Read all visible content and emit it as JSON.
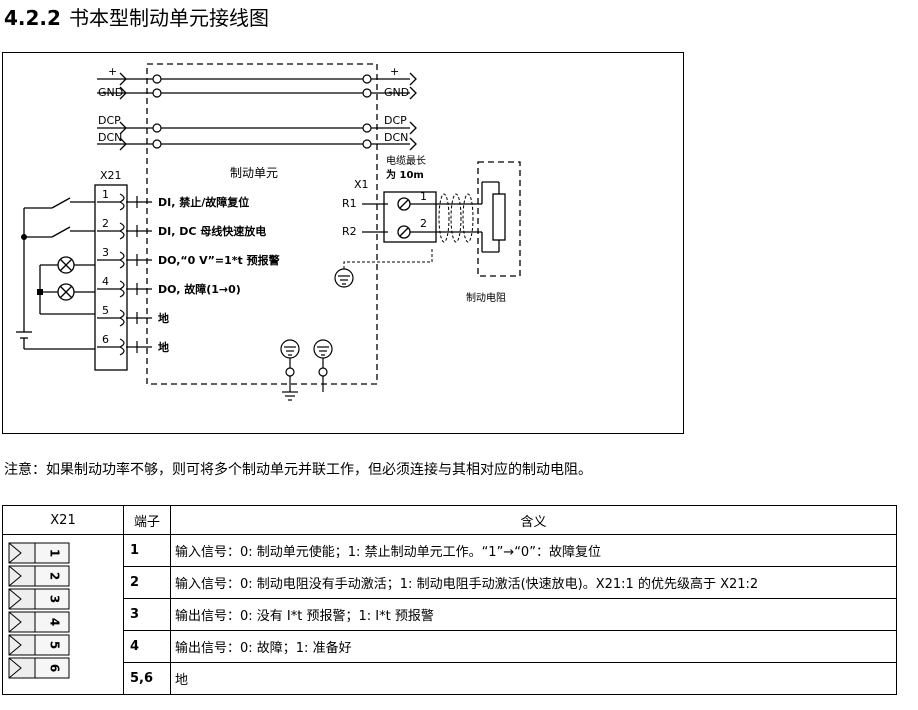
{
  "title": {
    "number": "4.2.2",
    "text": "书本型制动单元接线图"
  },
  "diagram": {
    "power_labels": [
      "+",
      "GND",
      "DCP",
      "DCN"
    ],
    "x21_label": "X21",
    "unit_label": "制动单元",
    "x1_label": "X1",
    "cable_label_1": "电缆最长",
    "cable_label_2": "为 10m",
    "r1_label": "R1",
    "r2_label": "R2",
    "x1_pins": [
      "1",
      "2"
    ],
    "resistor_label": "制动电阻",
    "x21_pins": [
      "1",
      "2",
      "3",
      "4",
      "5",
      "6"
    ],
    "x21_signals": [
      "DI, 禁止/故障复位",
      "DI, DC 母线快速放电",
      "DO,“0 V”=1*t 预报警",
      "DO, 故障(1→0)",
      "地",
      "地"
    ]
  },
  "note": "注意：如果制动功率不够，则可将多个制动单元并联工作，但必须连接与其相对应的制动电阻。",
  "table": {
    "headers": [
      "X21",
      "端子",
      "含义"
    ],
    "connector_pins": [
      "1",
      "2",
      "3",
      "4",
      "5",
      "6"
    ],
    "rows": [
      {
        "terminal": "1",
        "meaning": "输入信号：0: 制动单元使能；1: 禁止制动单元工作。“1”→“0”：故障复位"
      },
      {
        "terminal": "2",
        "meaning": "输入信号：0: 制动电阻没有手动激活；1: 制动电阻手动激活(快速放电)。X21:1 的优先级高于 X21:2"
      },
      {
        "terminal": "3",
        "meaning": "输出信号：0: 没有 I*t 预报警；1: I*t 预报警"
      },
      {
        "terminal": "4",
        "meaning": "输出信号：0: 故障；1: 准备好"
      },
      {
        "terminal": "5,6",
        "meaning": "地"
      }
    ]
  }
}
